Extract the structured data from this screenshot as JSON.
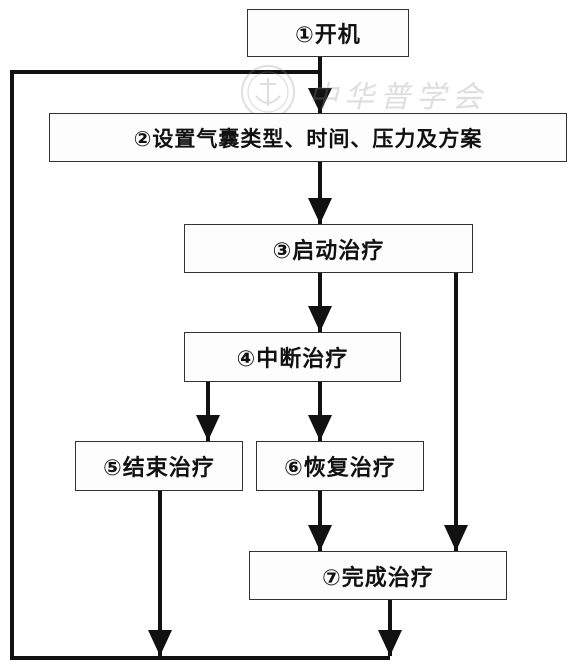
{
  "steps": {
    "start": "①开机",
    "settings": "②设置气囊类型、时间、压力及方案",
    "begin": "③启动治疗",
    "interrupt": "④中断治疗",
    "end": "⑤结束治疗",
    "resume": "⑥恢复治疗",
    "complete": "⑦完成治疗"
  },
  "watermark": {
    "text": "中华普学会"
  }
}
